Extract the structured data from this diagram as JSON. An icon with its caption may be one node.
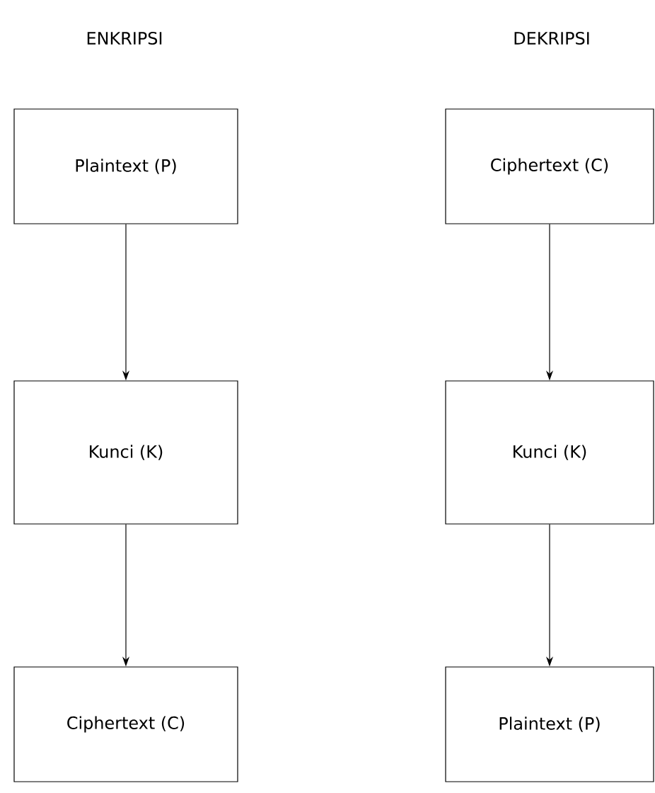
{
  "diagram": {
    "nodes": [
      {
        "text": [
          "Plaintext (P)"
        ]
      },
      {
        "text": [
          "Kunci (K)"
        ]
      },
      {
        "text": [
          "Ciphertext (C)"
        ]
      },
      {
        "text": [
          "Ciphertext (C)"
        ]
      },
      {
        "text": [
          "Kunci (K)"
        ]
      },
      {
        "text": [
          "Plaintext (P)"
        ]
      }
    ],
    "edges": [
      {
        "from": 0,
        "to": 1,
        "arrow": "to"
      },
      {
        "from": 1,
        "to": 2,
        "arrow": "to"
      },
      {
        "from": 3,
        "to": 4,
        "arrow": "to"
      },
      {
        "from": 4,
        "to": 5,
        "arrow": "to"
      }
    ],
    "labels": [
      "ENKRIPSI",
      "DEKRIPSI"
    ]
  }
}
